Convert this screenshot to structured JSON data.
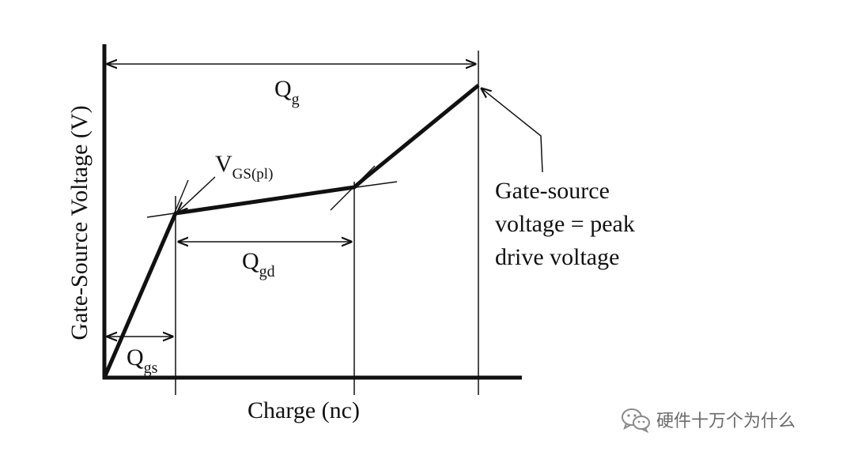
{
  "diagram": {
    "y_axis_label": "Gate-Source Voltage (V)",
    "x_axis_label": "Charge (nc)",
    "qg": {
      "base": "Q",
      "sub": "g"
    },
    "qgs": {
      "base": "Q",
      "sub": "gs"
    },
    "qgd": {
      "base": "Q",
      "sub": "gd"
    },
    "vgs_pl": {
      "base": "V",
      "sub": "GS(pl)"
    },
    "peak_annotation": [
      "Gate-source",
      "voltage = peak",
      "drive voltage"
    ]
  },
  "watermark": {
    "text": "硬件十万个为什么",
    "icon": "wechat-icon"
  }
}
